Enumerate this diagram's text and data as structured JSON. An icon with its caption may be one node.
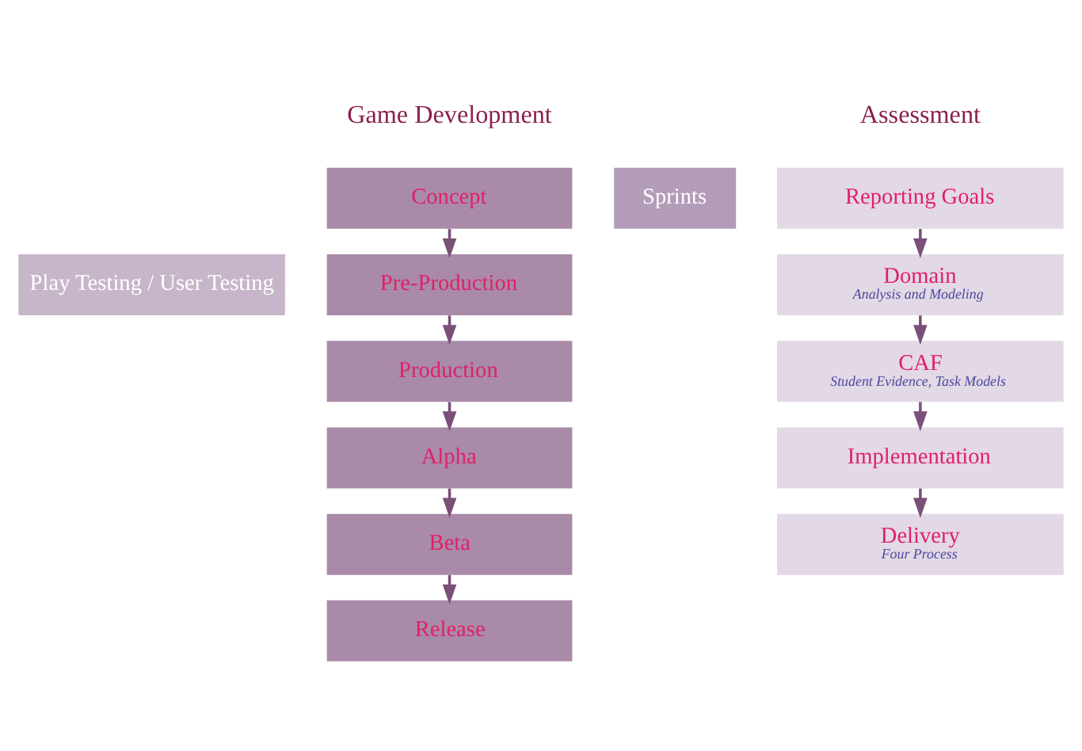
{
  "diagram": {
    "nodes": [
      {
        "text": [
          "Sprints"
        ]
      },
      {
        "text": [
          "Play Testing / User Testing"
        ]
      },
      {
        "text": [
          "Concept"
        ]
      },
      {
        "text": [
          "Pre-Production"
        ]
      },
      {
        "text": [
          "Production"
        ]
      },
      {
        "text": [
          "Alpha"
        ]
      },
      {
        "text": [
          "Beta"
        ]
      },
      {
        "text": [
          "Release"
        ]
      },
      {
        "text": [
          "Reporting Goals"
        ]
      },
      {
        "text": [
          "Domain",
          "Analysis and Modeling"
        ]
      },
      {
        "text": [
          "CAF",
          "Student Evidence, Task Models"
        ]
      },
      {
        "text": [
          "Implementation"
        ]
      },
      {
        "text": [
          "Delivery",
          "Four Process"
        ]
      }
    ],
    "edges": [
      {
        "from": 2,
        "to": 3,
        "arrow": "to"
      },
      {
        "from": 3,
        "to": 4,
        "arrow": "to"
      },
      {
        "from": 4,
        "to": 5,
        "arrow": "to"
      },
      {
        "from": 5,
        "to": 6,
        "arrow": "to"
      },
      {
        "from": 6,
        "to": 7,
        "arrow": "to"
      },
      {
        "from": 8,
        "to": 9,
        "arrow": "to"
      },
      {
        "from": 9,
        "to": 10,
        "arrow": "to"
      },
      {
        "from": 10,
        "to": 11,
        "arrow": "to"
      },
      {
        "from": 11,
        "to": 12,
        "arrow": "to"
      }
    ],
    "labels": [
      "Game Development",
      "Assessment"
    ]
  }
}
